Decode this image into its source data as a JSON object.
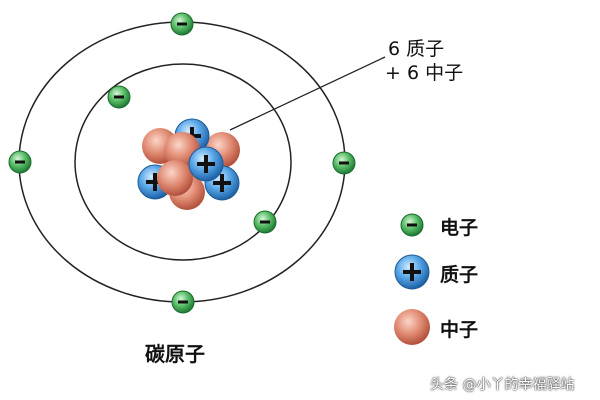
{
  "annotation": {
    "protons_line": "6 质子",
    "neutrons_line": "+ 6 中子"
  },
  "legend": [
    {
      "label": "电子",
      "icon": "electron-icon",
      "symbol": "−",
      "color": "#2e9a4a"
    },
    {
      "label": "质子",
      "icon": "proton-icon",
      "symbol": "+",
      "color": "#3b8fd4"
    },
    {
      "label": "中子",
      "icon": "neutron-icon",
      "symbol": "",
      "color": "#d9735f"
    }
  ],
  "caption": "碳原子",
  "watermark": "头条 @小丫的幸福驿站"
}
